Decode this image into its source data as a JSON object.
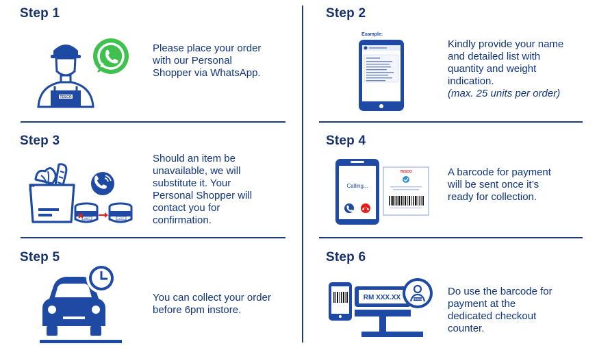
{
  "colors": {
    "brand_blue": "#1e4aa3",
    "dark_navy": "#0b2a6f",
    "whatsapp_green": "#3fc04f",
    "tesco_red": "#e3201b",
    "divider": "#1f3a7a"
  },
  "steps": [
    {
      "title": "Step 1",
      "icon": "personal-shopper-whatsapp-icon",
      "lines": [
        "Please place your order",
        "with our Personal",
        "Shopper via WhatsApp."
      ]
    },
    {
      "title": "Step 2",
      "icon": "phone-order-list-icon",
      "icon_label": "Example:",
      "lines": [
        "Kindly provide your name",
        "and detailed list with",
        "quantity and weight",
        "indication."
      ],
      "note": "(max. 25 units per order)"
    },
    {
      "title": "Step 3",
      "icon": "grocery-bag-substitute-icon",
      "lines": [
        "Should an item be",
        "unavailable, we will",
        "substitute it. Your",
        "Personal Shopper will",
        "contact you for",
        "confirmation."
      ]
    },
    {
      "title": "Step 4",
      "icon": "calling-barcode-icon",
      "icon_label": "Calling...",
      "receipt_brand": "TESCO",
      "lines": [
        "A barcode for payment",
        "will be sent once it’s",
        "ready for collection."
      ]
    },
    {
      "title": "Step 5",
      "icon": "car-clock-icon",
      "lines": [
        "You can collect your order",
        "before 6pm instore."
      ]
    },
    {
      "title": "Step 6",
      "icon": "checkout-counter-icon",
      "icon_label": "RM XXX.XX",
      "badge_brand": "TESCO",
      "lines": [
        "Do use the barcode for",
        "payment at the",
        "dedicated checkout",
        "counter."
      ]
    }
  ]
}
